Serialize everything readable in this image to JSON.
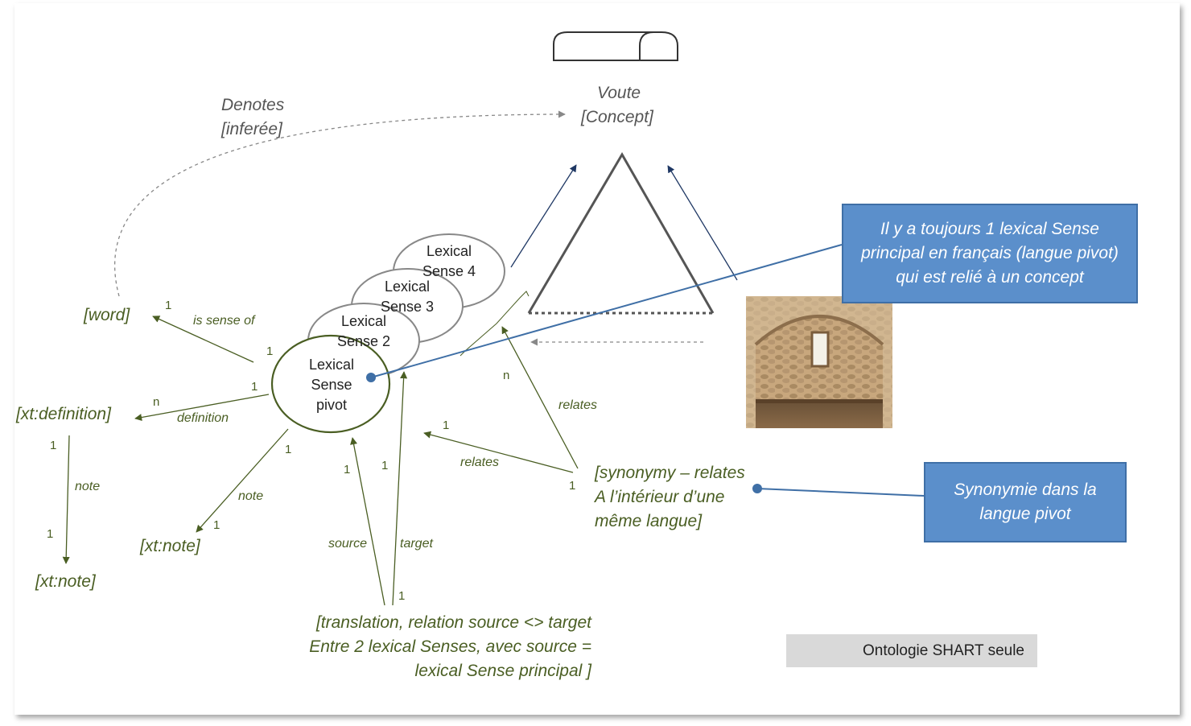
{
  "concept": {
    "line1": "Voute",
    "line2": "[Concept]"
  },
  "denotes": {
    "line1": "Denotes",
    "line2": "[inferée]"
  },
  "senses": {
    "s4": {
      "line1": "Lexical",
      "line2": "Sense 4"
    },
    "s3": {
      "line1": "Lexical",
      "line2": "Sense 3"
    },
    "s2": {
      "line1": "Lexical",
      "line2": "Sense 2"
    },
    "pivot": {
      "line1": "Lexical",
      "line2": "Sense",
      "line3": "pivot"
    }
  },
  "nodes": {
    "word": "[word]",
    "definition": "[xt:definition]",
    "note_mid": "[xt:note]",
    "note_bottom": "[xt:note]",
    "synonymy": {
      "line1": "[synonymy – relates",
      "line2": "A l’intérieur d’une",
      "line3": "même langue]"
    },
    "translation": {
      "line1": "[translation, relation source <> target",
      "line2": "Entre 2 lexical Senses, avec source =",
      "line3": "lexical Sense principal  ]"
    }
  },
  "edges": {
    "is_sense_of": "is sense of",
    "definition": "definition",
    "note_mid": "note",
    "note_left": "note",
    "source": "source",
    "target": "target",
    "relates_low": "relates",
    "relates_high": "relates"
  },
  "cardinalities": {
    "word_1": "1",
    "pivot_word_1": "1",
    "def_n": "n",
    "pivot_def_1": "1",
    "def_note_1": "1",
    "note_bottom_1": "1",
    "pivot_note_1": "1",
    "note_mid_1": "1",
    "source_1": "1",
    "target_1": "1",
    "translation_1": "1",
    "relates_low_1": "1",
    "synonymy_1": "1",
    "relates_high_n": "n"
  },
  "callouts": {
    "pivot_sense": "Il y a toujours 1 lexical Sense principal en français (langue pivot) qui est relié à un concept",
    "synonymy": "Synonymie dans la langue pivot"
  },
  "footer": "Ontologie SHART seule",
  "colors": {
    "green": "#4a5e23",
    "blue_box": "#5b8fcb",
    "blue_line": "#3f6fa6",
    "grey": "#555555",
    "footer_bg": "#d9d9d9"
  }
}
